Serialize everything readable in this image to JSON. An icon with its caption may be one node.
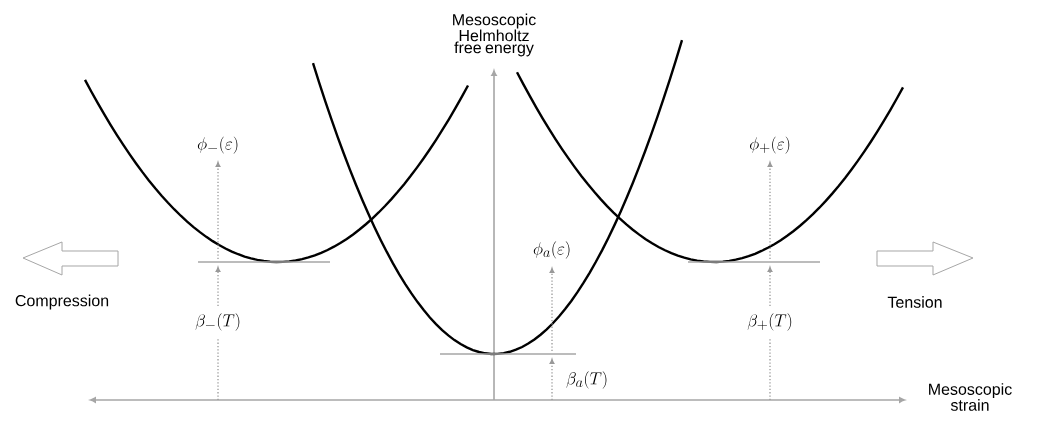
{
  "diagram": {
    "labels": [
      "Mesoscopic Helmholtz free energy",
      "\\phi_{-}(\\varepsilon)",
      "\\phi_{+}(\\varepsilon)",
      "\\phi_{a}(\\varepsilon)",
      "Compression",
      "Tension",
      "\\beta_{-}(T)",
      "\\beta_{+}(T)",
      "\\beta_{a}(T)",
      "Mesoscopic strain"
    ]
  }
}
